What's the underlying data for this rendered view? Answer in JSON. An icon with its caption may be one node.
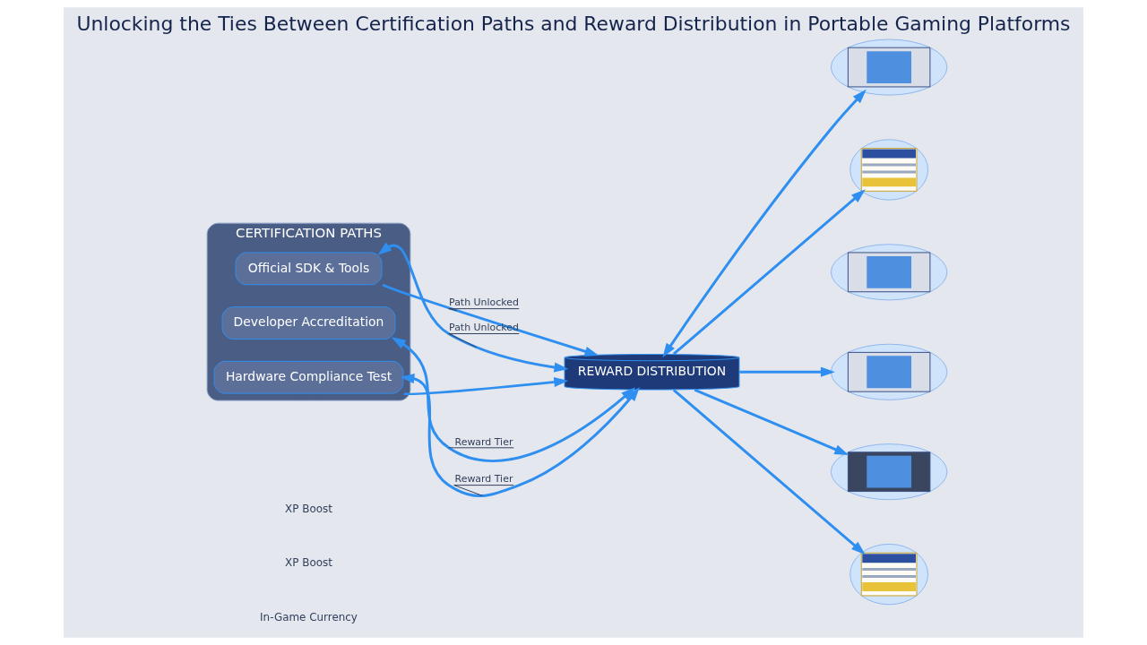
{
  "diagram": {
    "title": "Unlocking the Ties Between Certification Paths and Reward Distribution in Portable Gaming Platforms",
    "nodes": [
      {
        "text": [
          "CERTIFICATION PATHS"
        ]
      },
      {
        "text": [
          "Official SDK & Tools"
        ],
        "in": 0
      },
      {
        "text": [
          "Developer Accreditation"
        ],
        "in": 0
      },
      {
        "text": [
          "Hardware Compliance Test"
        ],
        "in": 0
      },
      {
        "text": [
          "REWARD DISTRIBUTION"
        ]
      },
      {
        "text": [],
        "shape": "picture"
      },
      {
        "text": [],
        "shape": "picture"
      },
      {
        "text": [],
        "shape": "picture"
      },
      {
        "text": [],
        "shape": "picture"
      },
      {
        "text": [],
        "shape": "picture"
      },
      {
        "text": [],
        "shape": "picture"
      }
    ],
    "edges": [
      {
        "from": 4,
        "to": 1,
        "arrow": "both",
        "label": "Path Unlocked"
      },
      {
        "from": 1,
        "to": 4,
        "arrow": "to",
        "label": "Path Unlocked"
      },
      {
        "from": 4,
        "to": 2,
        "arrow": "both",
        "label": "Reward Tier"
      },
      {
        "from": 4,
        "to": 3,
        "arrow": "both",
        "label": "Reward Tier"
      },
      {
        "from": 3,
        "to": 4,
        "arrow": "to"
      },
      {
        "from": 4,
        "to": 6,
        "arrow": "to"
      },
      {
        "from": 4,
        "to": 5,
        "arrow": "both"
      },
      {
        "from": 4,
        "to": 8,
        "arrow": "to"
      },
      {
        "from": 4,
        "to": 9,
        "arrow": "to"
      },
      {
        "from": 4,
        "to": 10,
        "arrow": "to"
      }
    ],
    "labels": [
      "XP Boost",
      "XP Boost",
      "In-Game Currency"
    ]
  }
}
